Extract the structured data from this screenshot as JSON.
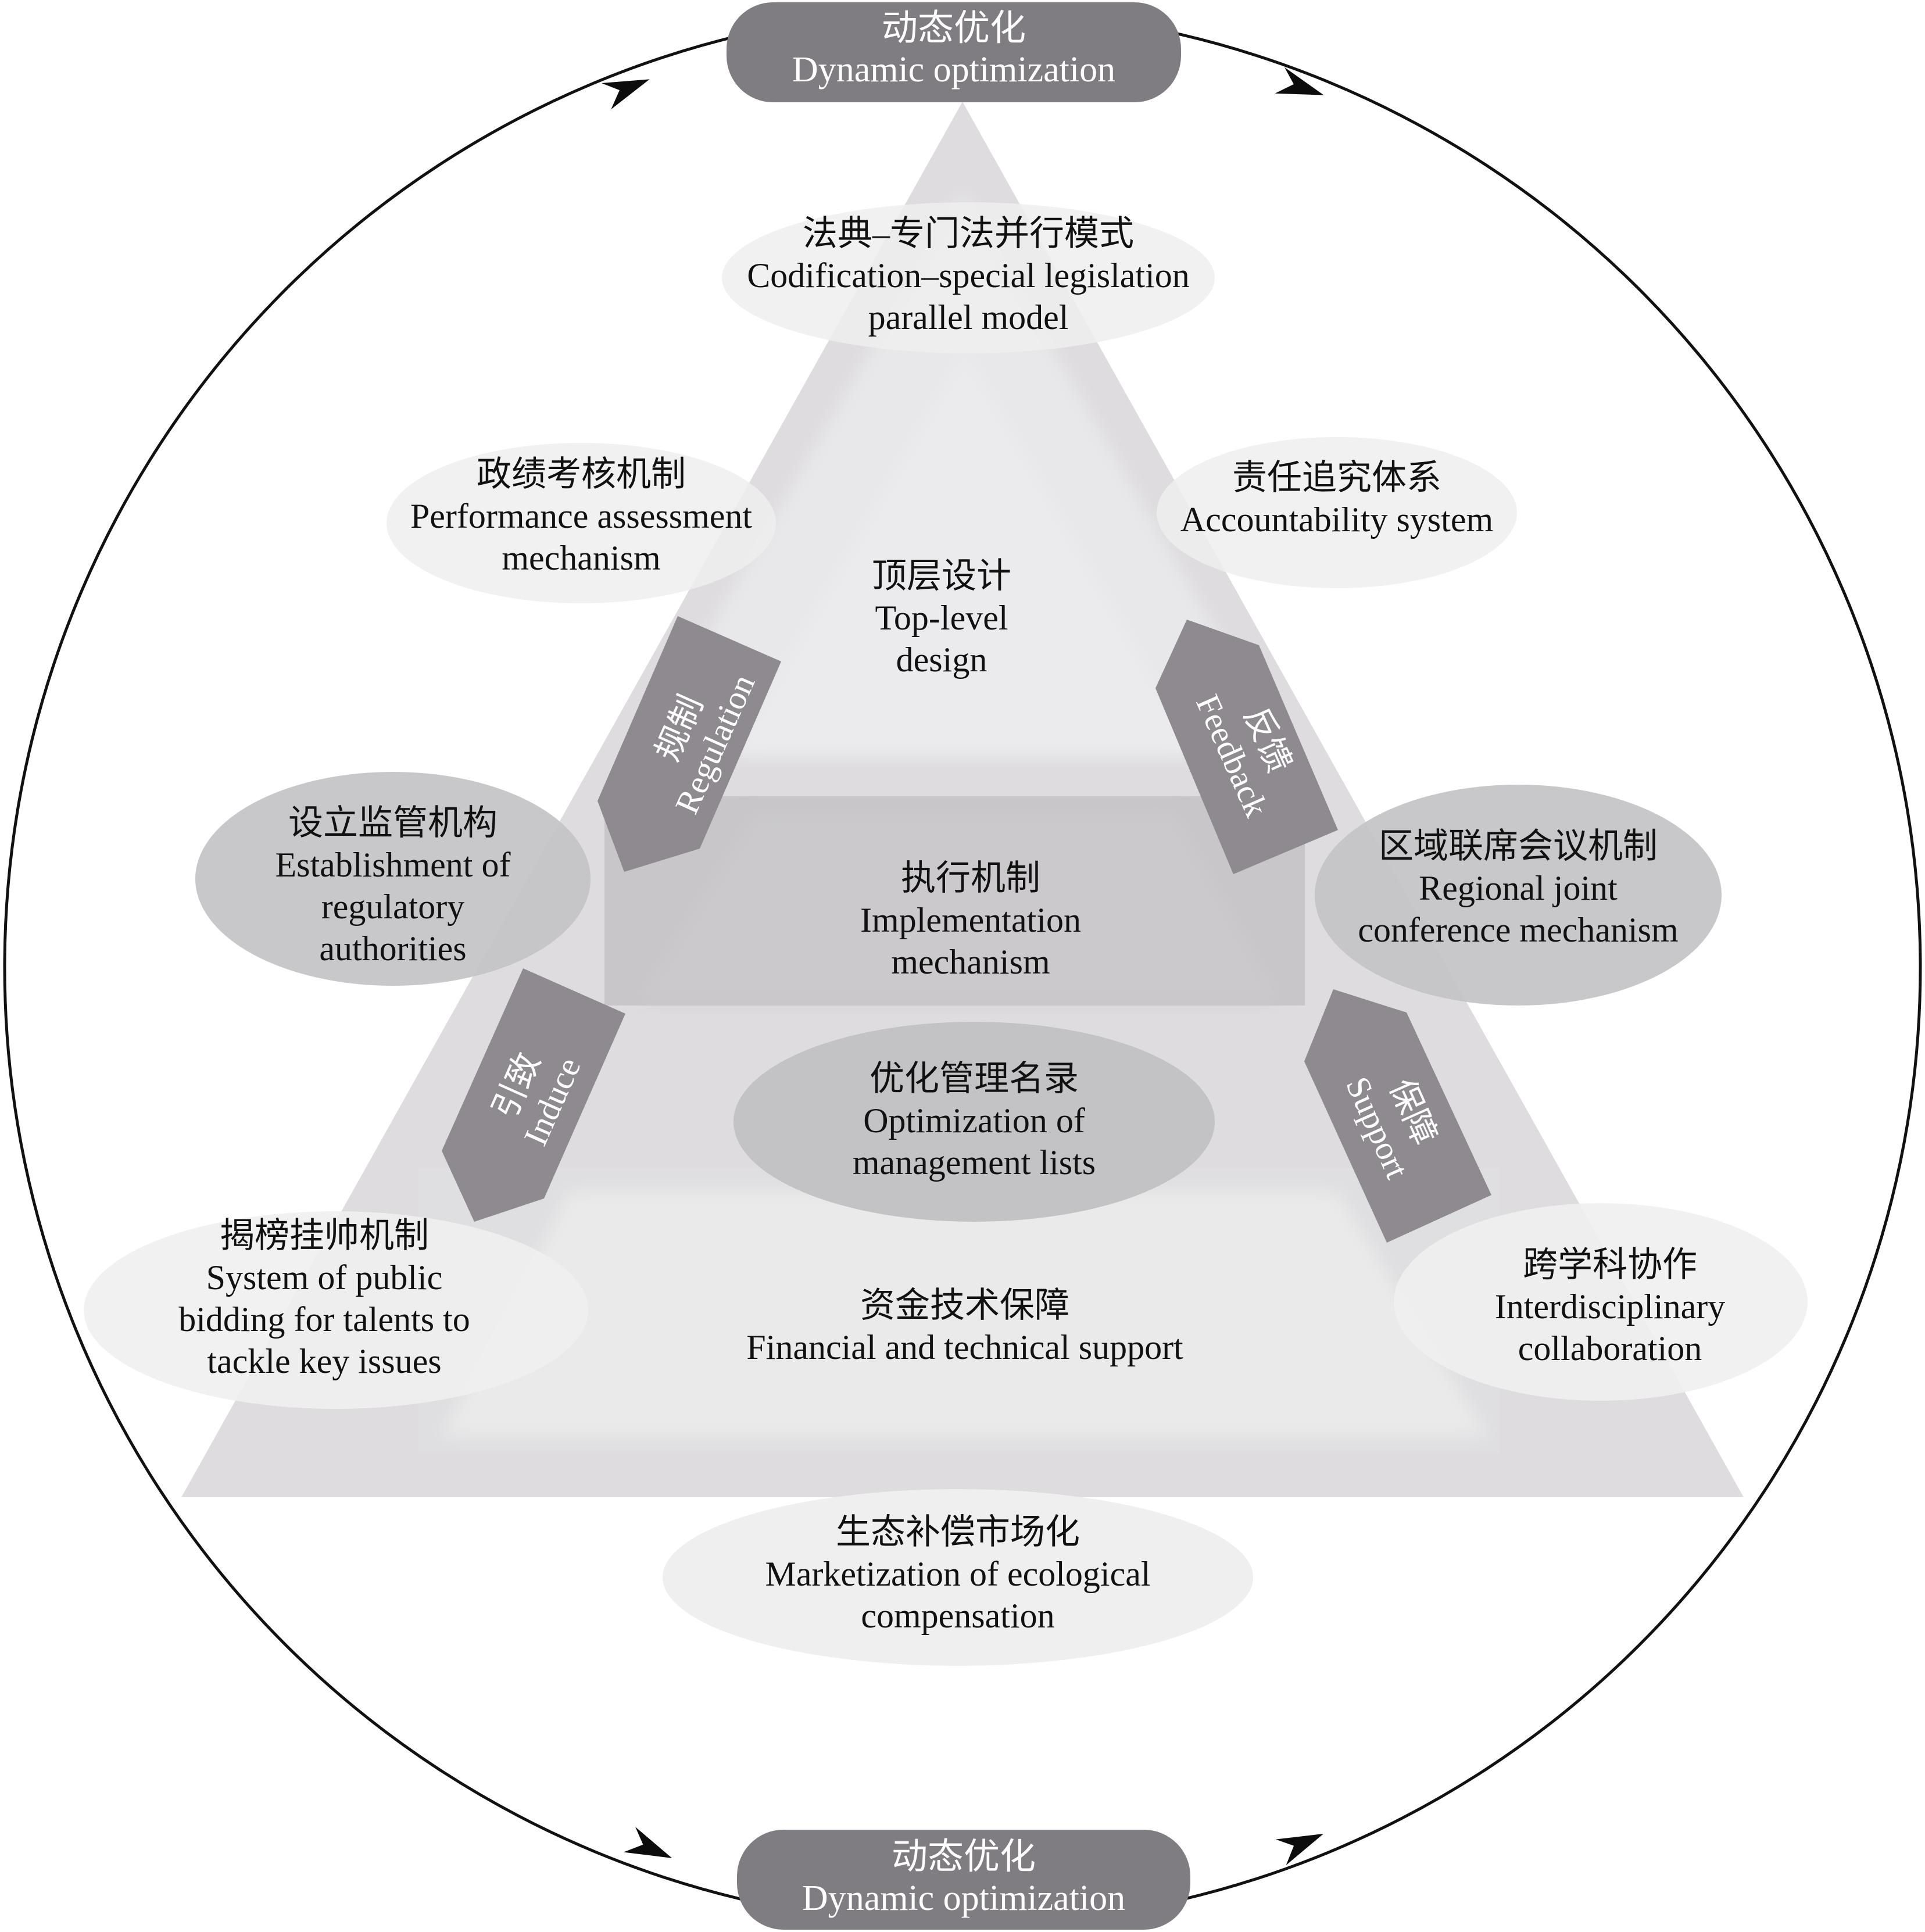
{
  "colors": {
    "background": "#ffffff",
    "pyramid_outer": "#dedcde",
    "pyramid_layer_top": "#e6e5e7",
    "pyramid_layer_mid": "#c9c7ca",
    "pyramid_layer_bottom": "#e9e9ea",
    "arrow_fill": "#8e8a90",
    "pill_fill": "#807d82",
    "ellipse_light": "#efefef",
    "ellipse_dark": "#c3c2c4",
    "circle_stroke": "#111111",
    "text_dark": "#111111",
    "text_light": "#ffffff"
  },
  "cycle": {
    "top": {
      "zh": "动态优化",
      "en": "Dynamic optimization"
    },
    "bottom": {
      "zh": "动态优化",
      "en": "Dynamic optimization"
    },
    "arrow_icons": [
      "arrowhead-icon",
      "arrowhead-icon",
      "arrowhead-icon",
      "arrowhead-icon"
    ]
  },
  "pyramid": {
    "layers": [
      {
        "zh": "顶层设计",
        "en_lines": [
          "Top-level",
          "design"
        ]
      },
      {
        "zh": "执行机制",
        "en_lines": [
          "Implementation",
          "mechanism"
        ]
      },
      {
        "zh": "资金技术保障",
        "en_lines": [
          "Financial and technical support"
        ]
      }
    ]
  },
  "arrows": [
    {
      "zh": "规制",
      "en": "Regulation"
    },
    {
      "zh": "反馈",
      "en": "Feedback"
    },
    {
      "zh": "引致",
      "en": "Induce"
    },
    {
      "zh": "保障",
      "en": "Support"
    }
  ],
  "ellipses": [
    {
      "id": "codification",
      "zh": "法典–专门法并行模式",
      "en_lines": [
        "Codification–special legislation",
        "parallel model"
      ],
      "tone": "light"
    },
    {
      "id": "performance",
      "zh": "政绩考核机制",
      "en_lines": [
        "Performance assessment",
        "mechanism"
      ],
      "tone": "light"
    },
    {
      "id": "accountability",
      "zh": "责任追究体系",
      "en_lines": [
        "Accountability system"
      ],
      "tone": "light"
    },
    {
      "id": "regulatory",
      "zh": "设立监管机构",
      "en_lines": [
        "Establishment of",
        "regulatory",
        "authorities"
      ],
      "tone": "dark"
    },
    {
      "id": "regional",
      "zh": "区域联席会议机制",
      "en_lines": [
        "Regional joint",
        "conference mechanism"
      ],
      "tone": "dark"
    },
    {
      "id": "management-lists",
      "zh": "优化管理名录",
      "en_lines": [
        "Optimization of",
        "management lists"
      ],
      "tone": "dark"
    },
    {
      "id": "bidding",
      "zh": "揭榜挂帅机制",
      "en_lines": [
        "System of public",
        "bidding for talents to",
        "tackle key issues"
      ],
      "tone": "light"
    },
    {
      "id": "interdisciplinary",
      "zh": "跨学科协作",
      "en_lines": [
        "Interdisciplinary",
        "collaboration"
      ],
      "tone": "light"
    },
    {
      "id": "marketization",
      "zh": "生态补偿市场化",
      "en_lines": [
        "Marketization of ecological",
        "compensation"
      ],
      "tone": "light"
    }
  ]
}
